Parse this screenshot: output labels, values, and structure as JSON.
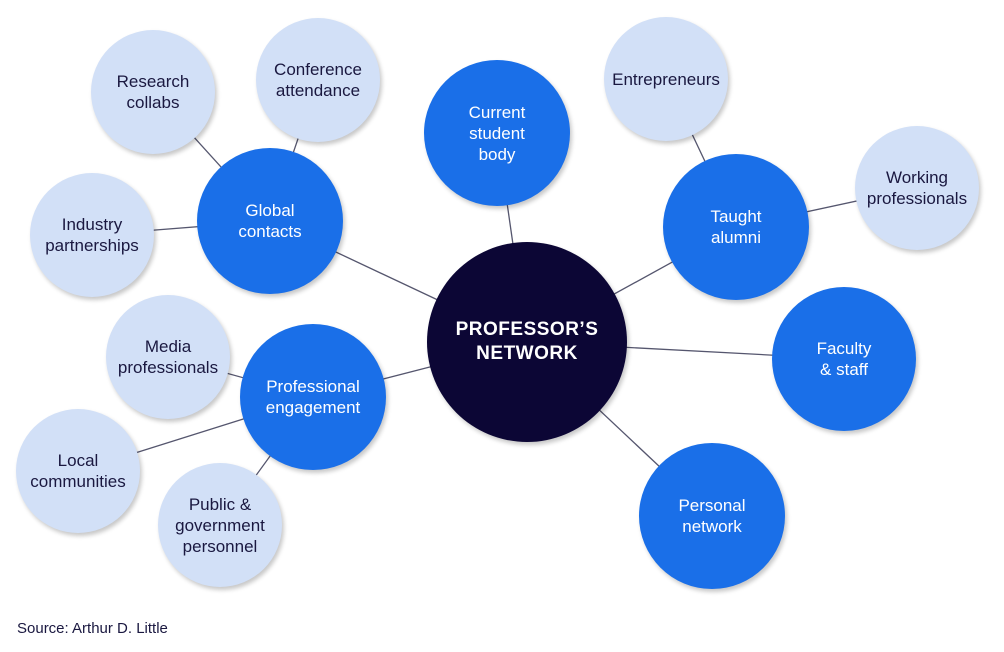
{
  "center": {
    "lines": [
      "PROFESSOR’S",
      "NETWORK"
    ]
  },
  "primary": {
    "current_student_body": {
      "lines": [
        "Current",
        "student",
        "body"
      ]
    },
    "global_contacts": {
      "lines": [
        "Global",
        "contacts"
      ]
    },
    "taught_alumni": {
      "lines": [
        "Taught",
        "alumni"
      ]
    },
    "faculty_staff": {
      "lines": [
        "Faculty",
        "& staff"
      ]
    },
    "personal_network": {
      "lines": [
        "Personal",
        "network"
      ]
    },
    "professional_engagement": {
      "lines": [
        "Professional",
        "engagement"
      ]
    }
  },
  "secondary": {
    "research_collabs": {
      "lines": [
        "Research",
        "collabs"
      ]
    },
    "conference_attendance": {
      "lines": [
        "Conference",
        "attendance"
      ]
    },
    "industry_partnerships": {
      "lines": [
        "Industry",
        "partnerships"
      ]
    },
    "entrepreneurs": {
      "lines": [
        "Entrepreneurs"
      ]
    },
    "working_professionals": {
      "lines": [
        "Working",
        "professionals"
      ]
    },
    "media_professionals": {
      "lines": [
        "Media",
        "professionals"
      ]
    },
    "local_communities": {
      "lines": [
        "Local",
        "communities"
      ]
    },
    "public_government": {
      "lines": [
        "Public &",
        "government",
        "personnel"
      ]
    }
  },
  "source": "Source: Arthur D. Little",
  "colors": {
    "center": "#0c0635",
    "primary": "#1a6fe8",
    "secondary": "#d2e0f7",
    "text_dark": "#1a1840"
  }
}
